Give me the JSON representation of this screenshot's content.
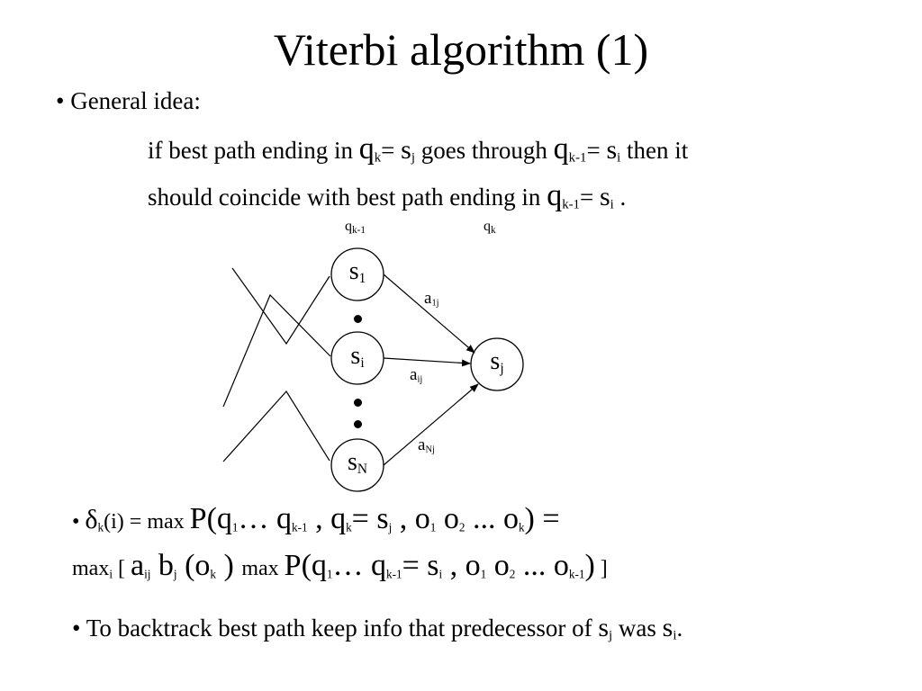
{
  "title": "Viterbi algorithm (1)",
  "bullet": "•",
  "general_idea": "General idea:",
  "idea": {
    "l1_a": "if best path ending in ",
    "l1_q": "q",
    "l1_qsub": "k",
    "l1_eq": "= ",
    "l1_s": "s",
    "l1_ssub": "j",
    "l1_b": " goes through ",
    "l1_q2": "q",
    "l1_q2sub": "k-1",
    "l1_eq2": "= ",
    "l1_s2": "s",
    "l1_s2sub": "i",
    "l1_c": " then it",
    "l2_a": "should coincide with best path ending in ",
    "l2_q": "q",
    "l2_qsub": "k-1",
    "l2_eq": "= ",
    "l2_s": "s",
    "l2_ssub": "i",
    "l2_c": " ."
  },
  "diagram": {
    "col_prev": "q",
    "col_prev_sub": "k-1",
    "col_cur": "q",
    "col_cur_sub": "k",
    "node_s1": "s",
    "node_s1_sub": "1",
    "node_si": "s",
    "node_si_sub": "i",
    "node_sn": "s",
    "node_sn_sub": "N",
    "node_sj": "s",
    "node_sj_sub": "j",
    "edge_a1j": "a",
    "edge_a1j_sub": "1j",
    "edge_aij": "a",
    "edge_aij_sub": "ij",
    "edge_anj": "a",
    "edge_anj_sub": "Nj"
  },
  "formula1": {
    "delta": "δ",
    "delta_sub": "k",
    "arg": "(i) = max ",
    "P": "P(q",
    "q1_sub": "1",
    "dots": "… q",
    "qk1_sub": "k-1",
    "mid": " , q",
    "qk_sub": "k",
    "eq": "= s",
    "sj_sub": "j",
    "o_part": " , o",
    "o1_sub": "1",
    "o2": " o",
    "o2_sub": "2",
    "ok": " ... o",
    "ok_sub": "k",
    "end": ") =",
    "end_small": " ="
  },
  "formula2": {
    "max": "max",
    "max_sub": "i",
    "bracket": " [ ",
    "a": "a",
    "a_sub": "ij",
    "b": " b",
    "b_sub": "j",
    "o_open": " (o",
    "o_sub": "k",
    "o_close": " )  ",
    "max2": "max ",
    "P": "P(q",
    "q1_sub": "1",
    "dots": "… q",
    "qk1_sub": "k-1",
    "eq": "= s",
    "si_sub": "i",
    "o_part": " , o",
    "o1_sub": "1",
    "o2": " o",
    "o2_sub": "2",
    "ok": " ... o",
    "ok_sub": "k-1",
    "close": ")",
    "end": " ]"
  },
  "backtrack": {
    "text": "To backtrack best path keep info that predecessor of ",
    "s": "s",
    "s_sub": "j",
    "was": " was ",
    "s2": "s",
    "s2_sub": "i",
    "end": "."
  }
}
